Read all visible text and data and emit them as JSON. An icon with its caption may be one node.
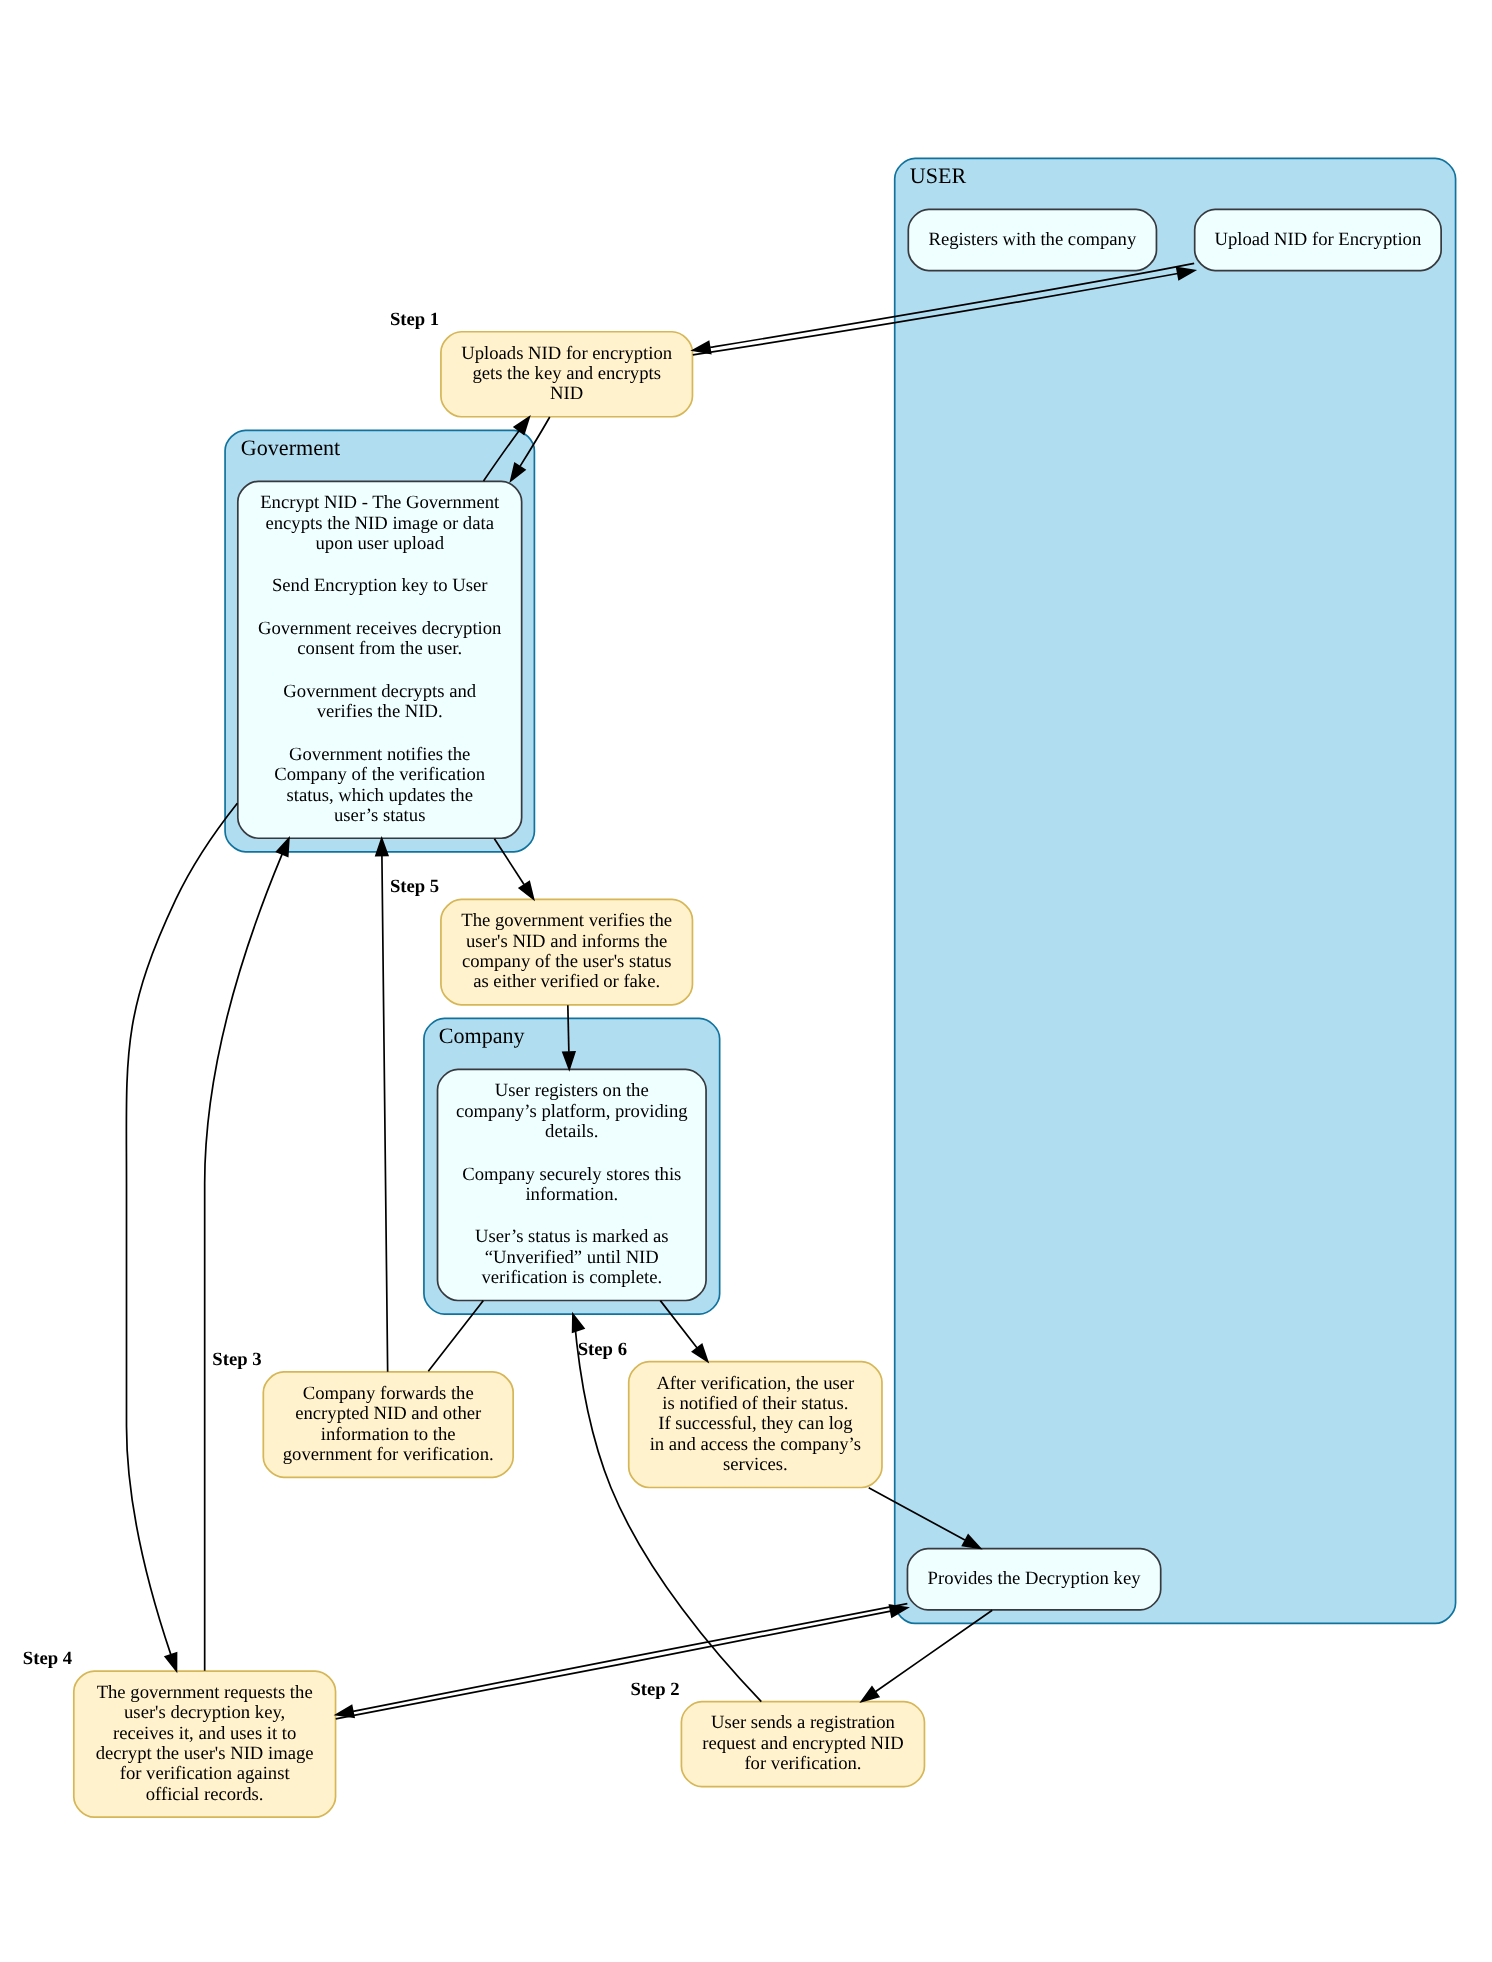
{
  "diagram": {
    "nodes": [
      {
        "text": [
          "USER"
        ]
      },
      {
        "text": [
          "Upload NID for Encryption"
        ],
        "in": 0
      },
      {
        "text": [
          "Registers with the company"
        ],
        "in": 0
      },
      {
        "text": [
          "Provides the Decryption key"
        ],
        "in": 0
      },
      {
        "text": [
          "Uploads NID for encryption gets the key and encrypts NID"
        ],
        "beside": [
          "Step 1"
        ]
      },
      {
        "text": [
          "Goverment"
        ]
      },
      {
        "text": [
          "Encrypt NID - The Government encypts the NID image or data upon user upload",
          "Send Encryption key to User",
          "Government receives decryption consent from the user.",
          "Government decrypts and verifies the NID.",
          "Government notifies the Company of the verification status, which updates the user’s status"
        ],
        "in": 5
      },
      {
        "text": [
          "The government requests the user's decryption key, receives it, and uses it to decrypt the user's NID image for verification against official records."
        ],
        "beside": [
          "Step 4"
        ]
      },
      {
        "text": [
          "User sends a registration request and encrypted NID for verification."
        ],
        "beside": [
          "Step 2"
        ]
      },
      {
        "text": [
          "After verification, the user is notified of their status. If successful, they can log in and access the company’s services."
        ],
        "beside": [
          "Step 6"
        ]
      },
      {
        "text": [
          "Company"
        ]
      },
      {
        "text": [
          "User registers on the company’s platform, providing details.",
          "Company securely stores this information.",
          "User’s status is marked as “Unverified” until NID verification is complete."
        ],
        "in": 10
      },
      {
        "text": [
          "The government verifies the user's NID and informs the company of the user's status as either verified or fake."
        ],
        "beside": [
          "Step 5"
        ]
      },
      {
        "text": [
          "Company forwards the encrypted NID and other information to the government for verification."
        ],
        "beside": [
          "Step 3"
        ]
      }
    ],
    "edges": [
      {
        "from": 1,
        "to": 4,
        "arrow": "to"
      },
      {
        "from": 4,
        "to": 6,
        "arrow": "to"
      },
      {
        "from": 6,
        "to": 4,
        "arrow": "to"
      },
      {
        "from": 4,
        "to": 1,
        "arrow": "to"
      },
      {
        "from": 7,
        "to": 3,
        "arrow": "to"
      },
      {
        "from": 6,
        "to": 7,
        "arrow": "to"
      },
      {
        "from": 3,
        "to": 7,
        "arrow": "to"
      },
      {
        "from": 7,
        "to": 6,
        "arrow": "to"
      },
      {
        "from": 3,
        "to": 8,
        "arrow": "to"
      },
      {
        "from": 8,
        "to": 10,
        "arrow": "to"
      },
      {
        "from": 9,
        "to": 3,
        "arrow": "to"
      },
      {
        "from": 11,
        "to": 9,
        "arrow": "to"
      },
      {
        "from": 6,
        "to": 12,
        "arrow": "to"
      },
      {
        "from": 12,
        "to": 11,
        "arrow": "to"
      },
      {
        "from": 11,
        "to": 13,
        "arrow": "none"
      },
      {
        "from": 13,
        "to": 6,
        "arrow": "to"
      }
    ]
  }
}
